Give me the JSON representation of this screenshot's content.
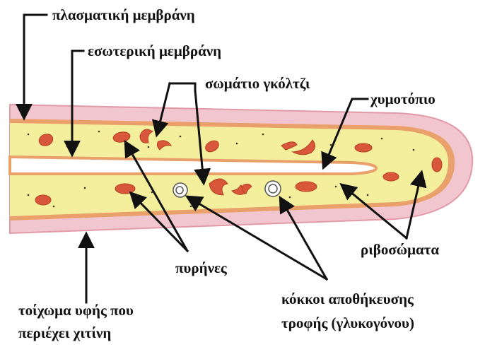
{
  "labels": {
    "plasma_membrane": "πλασματική μεμβράνη",
    "inner_membrane": "εσωτερική μεμβράνη",
    "golgi_body": "σωμάτιο γκόλτζι",
    "cytoplasm": "χυμοτόπιο",
    "ribosomes": "ριβοσώματα",
    "nuclei": "πυρήνες",
    "storage_granules_line1": "κόκκοι αποθήκευσης",
    "storage_granules_line2": "τροφής (γλυκογόνου)",
    "cell_wall_line1": "τοίχωμα υφής που",
    "cell_wall_line2": "περιέχει χιτίνη"
  },
  "colors": {
    "wall": "#f2c6cf",
    "wall_edge": "#e29aa8",
    "membrane": "#e9a06a",
    "cytoplasm": "#f3ef9c",
    "vacuole": "#ffffff",
    "organelle": "#d8573a",
    "organelle_edge": "#b84022",
    "ribosome": "#3d3d2a",
    "arrow": "#111111"
  }
}
